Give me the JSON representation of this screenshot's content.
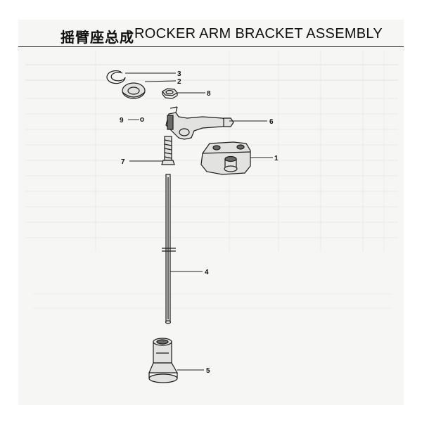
{
  "title": {
    "chinese": "摇臂座总成",
    "english": "ROCKER ARM BRACKET ASSEMBLY"
  },
  "callouts": [
    {
      "id": "callout-3",
      "number": "3"
    },
    {
      "id": "callout-2",
      "number": "2"
    },
    {
      "id": "callout-8",
      "number": "8"
    },
    {
      "id": "callout-9",
      "number": "9"
    },
    {
      "id": "callout-6",
      "number": "6"
    },
    {
      "id": "callout-1",
      "number": "1"
    },
    {
      "id": "callout-7",
      "number": "7"
    },
    {
      "id": "callout-4",
      "number": "4"
    },
    {
      "id": "callout-5",
      "number": "5"
    }
  ]
}
